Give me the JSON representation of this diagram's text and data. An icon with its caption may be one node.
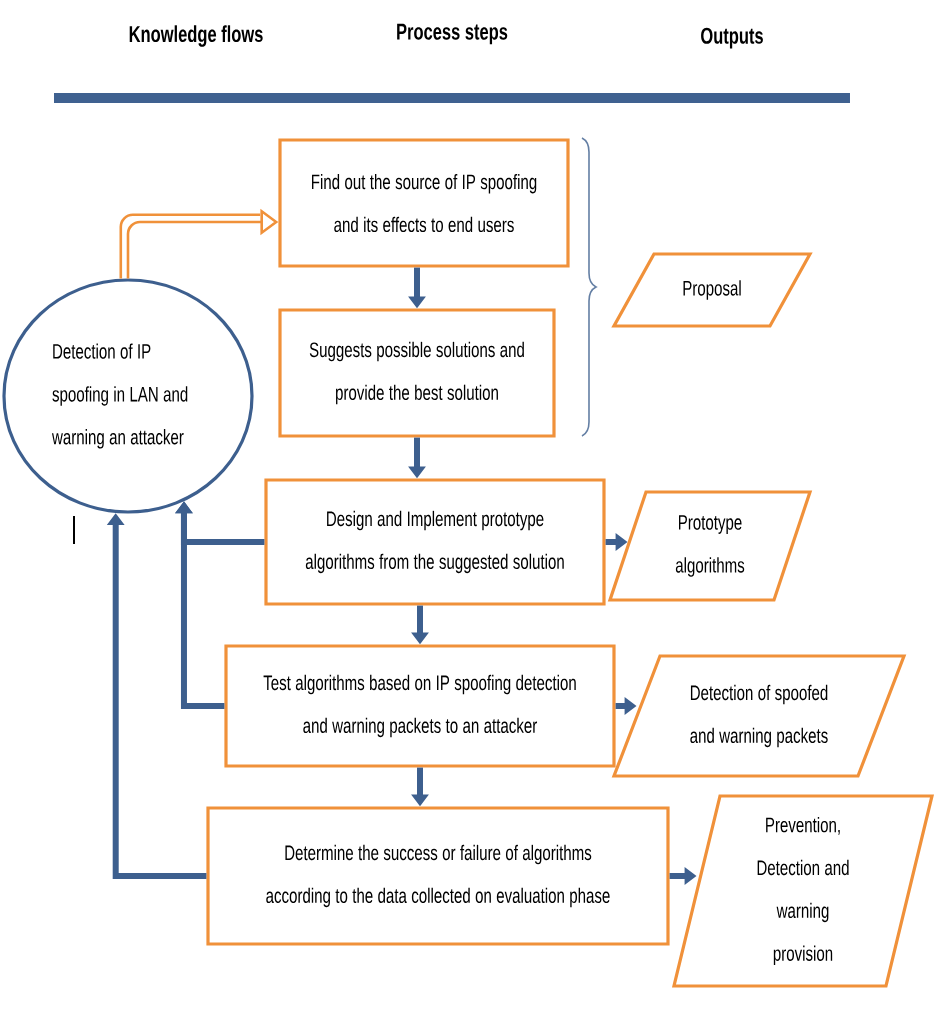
{
  "diagram": {
    "nodes": [
      {
        "text": [
          "Find out the source of IP spoofing and its effects to end users"
        ]
      },
      {
        "text": [
          "Detection of IP spoofing in LAN and warning an attacker"
        ]
      },
      {
        "text": [
          "Proposal"
        ]
      },
      {
        "text": [
          "Suggests possible solutions and provide the best solution"
        ]
      },
      {
        "text": [
          "Design and Implement prototype algorithms from the suggested solution"
        ]
      },
      {
        "text": [
          "Prototype algorithms"
        ]
      },
      {
        "text": [
          "Test algorithms based on IP spoofing detection and warning packets to an attacker"
        ]
      },
      {
        "text": [
          "Detection of spoofed and warning packets"
        ]
      },
      {
        "text": [
          "Determine the success or failure of algorithms according to the data collected on evaluation phase"
        ]
      },
      {
        "text": [
          "Prevention, Detection and warning provision"
        ]
      }
    ],
    "edges": [
      {
        "from": 1,
        "to": 0,
        "arrow": "to",
        "color": "#f0913a"
      },
      {
        "from": 0,
        "to": 3,
        "arrow": "to"
      },
      {
        "from": 3,
        "to": 4,
        "arrow": "to"
      },
      {
        "from": 4,
        "to": 6,
        "arrow": "to"
      },
      {
        "from": 6,
        "to": 8,
        "arrow": "to"
      },
      {
        "from": 4,
        "to": 5,
        "arrow": "to"
      },
      {
        "from": 6,
        "to": 7,
        "arrow": "to"
      },
      {
        "from": 8,
        "to": 9,
        "arrow": "to"
      },
      {
        "from": 4,
        "to": 1,
        "arrow": "to"
      },
      {
        "from": 6,
        "to": 1,
        "arrow": "to"
      },
      {
        "from": 8,
        "to": 1,
        "arrow": "to"
      }
    ],
    "labels": [
      "Knowledge flows",
      "Process steps",
      "Outputs"
    ]
  }
}
